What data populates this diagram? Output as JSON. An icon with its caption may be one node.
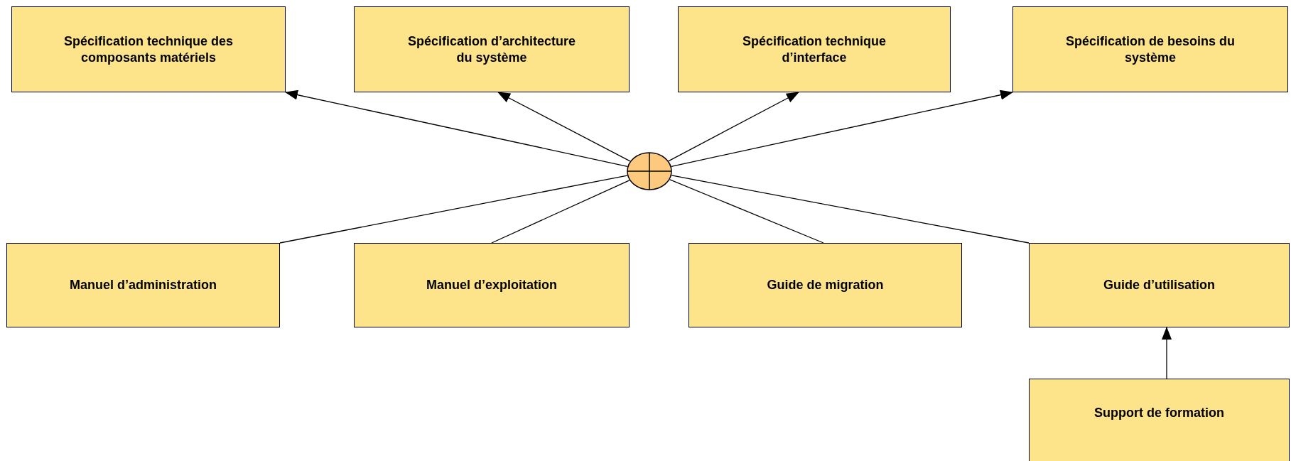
{
  "diagram": {
    "nodes": [
      {
        "text": [
          "Spécification technique des composants matériels"
        ]
      },
      {
        "text": [
          "Spécification d’architecture du système"
        ]
      },
      {
        "text": [
          "Spécification technique d’interface"
        ]
      },
      {
        "text": [
          "Spécification de besoins du système"
        ]
      },
      {
        "text": [],
        "shape": "circle"
      },
      {
        "text": [
          "Manuel d’administration"
        ]
      },
      {
        "text": [
          "Manuel d’exploitation"
        ]
      },
      {
        "text": [
          "Guide de migration"
        ]
      },
      {
        "text": [
          "Guide d’utilisation"
        ]
      },
      {
        "text": [
          "Support de formation"
        ]
      }
    ],
    "edges": [
      {
        "from": 4,
        "to": 0,
        "arrow": "to"
      },
      {
        "from": 4,
        "to": 1,
        "arrow": "to"
      },
      {
        "from": 4,
        "to": 2,
        "arrow": "to"
      },
      {
        "from": 4,
        "to": 3,
        "arrow": "to"
      },
      {
        "from": 5,
        "to": 4,
        "arrow": "none"
      },
      {
        "from": 6,
        "to": 4,
        "arrow": "none"
      },
      {
        "from": 7,
        "to": 4,
        "arrow": "none"
      },
      {
        "from": 8,
        "to": 4,
        "arrow": "none"
      },
      {
        "from": 9,
        "to": 8,
        "arrow": "to"
      }
    ]
  }
}
